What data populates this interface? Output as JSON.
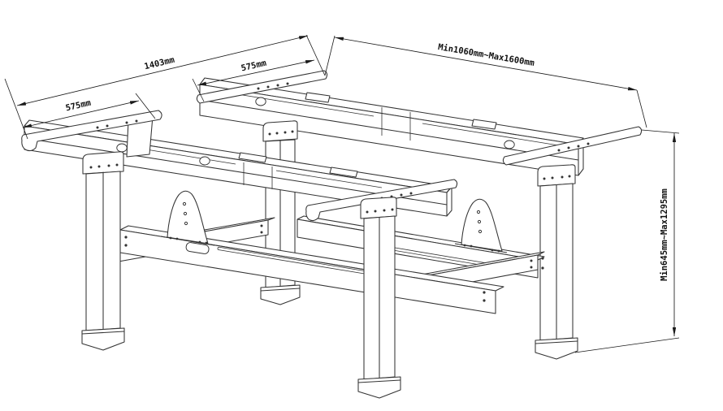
{
  "dimensions": {
    "front_arm_depth": {
      "label": "575mm"
    },
    "total_depth": {
      "label": "1403mm"
    },
    "back_arm_depth": {
      "label": "575mm"
    },
    "width_range": {
      "label": "Min1060mm~Max1600mm"
    },
    "height_range": {
      "label": "Min645mm~Max1295mm"
    }
  },
  "colors": {
    "background": "#ffffff",
    "line": "#333333",
    "dimension": "#1a1a1a"
  }
}
